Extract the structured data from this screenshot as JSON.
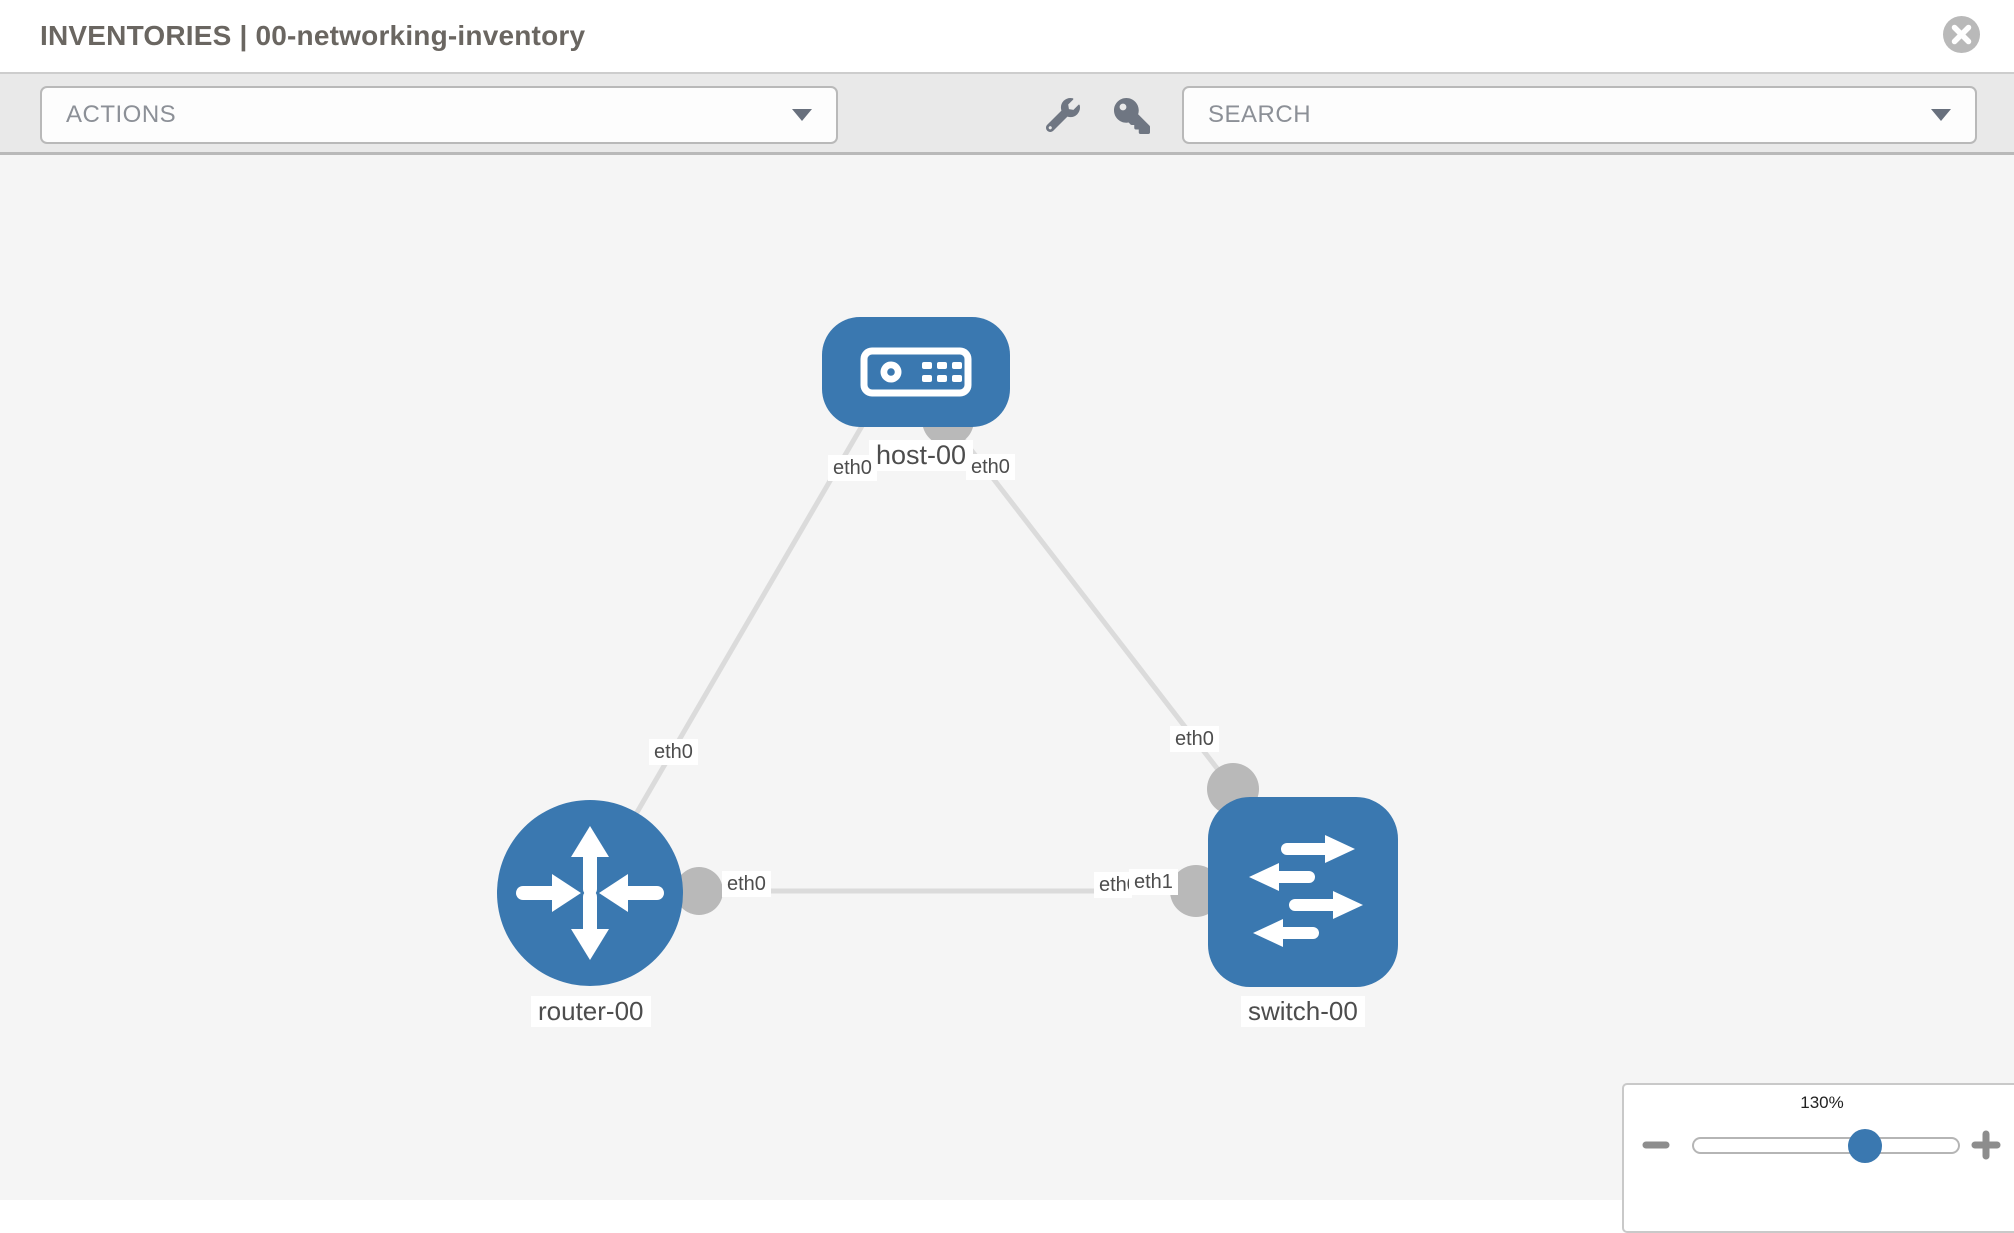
{
  "header": {
    "title": "INVENTORIES | 00-networking-inventory"
  },
  "toolbar": {
    "actions_label": "ACTIONS",
    "search_placeholder": "SEARCH"
  },
  "topology": {
    "nodes": [
      {
        "name": "host-00",
        "type": "host"
      },
      {
        "name": "router-00",
        "type": "router"
      },
      {
        "name": "switch-00",
        "type": "switch"
      }
    ],
    "links": [
      {
        "from": "host-00",
        "to": "router-00"
      },
      {
        "from": "host-00",
        "to": "switch-00"
      },
      {
        "from": "router-00",
        "to": "switch-00"
      }
    ],
    "interfaces": {
      "host_to_router_host_end": "eth0",
      "host_to_router_router_end": "eth0",
      "host_to_switch_host_end": "eth0",
      "host_to_switch_switch_end": "eth0",
      "router_to_switch_router_end": "eth0",
      "router_to_switch_switch_end": "eth1",
      "router_to_switch_switch_end_behind": "eth0"
    }
  },
  "zoom_control": {
    "level": "130%"
  },
  "colors": {
    "node_blue": "#3a78b0",
    "link_gray": "#dbdbdb",
    "interface_gray": "#b9b9b9",
    "canvas_bg": "#f5f5f5",
    "toolbar_bg": "#e9e9e9"
  }
}
